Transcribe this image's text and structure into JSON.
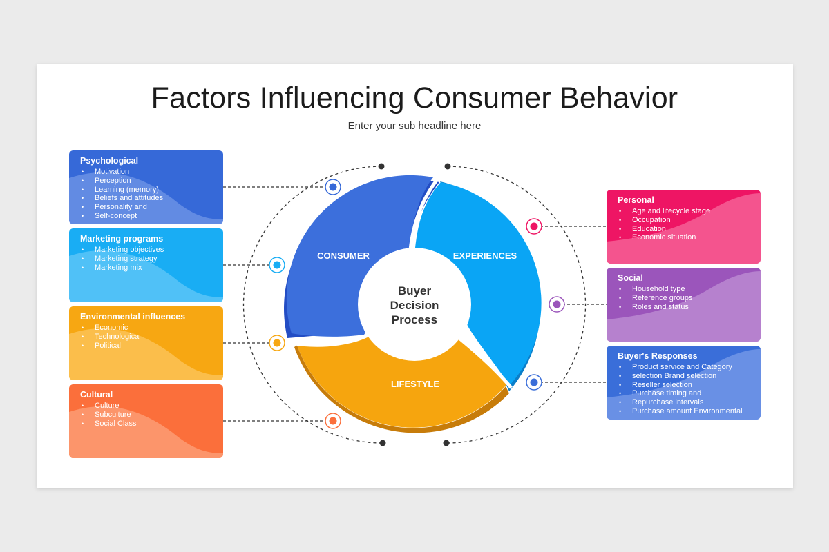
{
  "title": "Factors Influencing Consumer Behavior",
  "subtitle": "Enter your sub headline here",
  "center": {
    "line1": "Buyer",
    "line2": "Decision",
    "line3": "Process"
  },
  "segments": {
    "consumer": "CONSUMER",
    "experiences": "EXPERIENCES",
    "lifestyle": "LIFESTYLE"
  },
  "colors": {
    "consumer": "#3c6fdc",
    "experiences": "#0aa5f5",
    "lifestyle": "#f6a50e",
    "psychological": "#3669d8",
    "marketing": "#19adf4",
    "environmental": "#f7a712",
    "cultural": "#fb6f3b",
    "personal": "#ee1564",
    "social": "#9b55bb",
    "responses": "#3a6ed9"
  },
  "left_cards": [
    {
      "title": "Psychological",
      "items": [
        "Motivation",
        "Perception",
        "Learning (memory)",
        "Beliefs and attitudes",
        "Personality and",
        "Self-concept"
      ]
    },
    {
      "title": "Marketing programs",
      "items": [
        "Marketing objectives",
        "Marketing strategy",
        "Marketing mix"
      ]
    },
    {
      "title": "Environmental influences",
      "items": [
        "Economic",
        "Technological",
        "Political"
      ]
    },
    {
      "title": "Cultural",
      "items": [
        "Culture",
        "Subculture",
        "Social Class"
      ]
    }
  ],
  "right_cards": [
    {
      "title": "Personal",
      "items": [
        "Age and lifecycle stage",
        "Occupation",
        "Education",
        "Economic situation"
      ]
    },
    {
      "title": "Social",
      "items": [
        "Household type",
        "Reference groups",
        "Roles and status"
      ]
    },
    {
      "title": "Buyer's Responses",
      "items": [
        "Product service and Category",
        "selection Brand selection",
        "Reseller selection",
        "Purchase timing and",
        "Repurchase intervals",
        "Purchase amount Environmental"
      ]
    }
  ]
}
